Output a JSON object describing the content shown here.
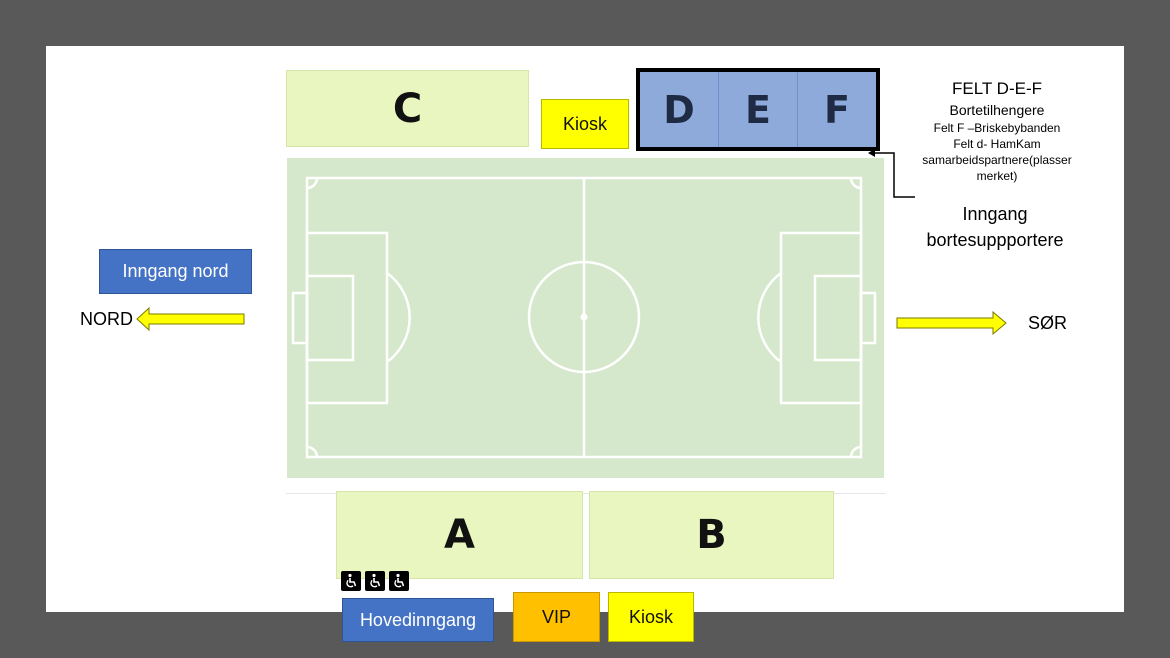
{
  "sections": {
    "a": "A",
    "b": "B",
    "c": "C",
    "d": "D",
    "e": "E",
    "f": "F"
  },
  "kiosk_top": "Kiosk",
  "kiosk_bottom": "Kiosk",
  "vip": "VIP",
  "main_entrance": "Hovedinngang",
  "north_entrance": "Inngang nord",
  "north": "NORD",
  "south": "SØR",
  "away_info": {
    "title": "FELT D-E-F",
    "line1": "Bortetilhengere",
    "line2": "Felt F –Briskebybanden",
    "line3": "Felt d- HamKam",
    "line4": "samarbeidspartnere(plasser",
    "line5": "merket)"
  },
  "away_entrance": {
    "line1": "Inngang",
    "line2": "bortesuppportere"
  },
  "icons": {
    "accessibility": [
      "wheelchair-icon",
      "wheelchair-icon",
      "wheelchair-icon"
    ],
    "arrows": [
      "arrow-left-icon",
      "arrow-right-icon"
    ]
  },
  "colors": {
    "pitch": "#d5e8cc",
    "section": "#eaf6c0",
    "away_section": "#8eaadb",
    "kiosk": "#ffff00",
    "vip": "#ffc000",
    "entrance": "#4472c4",
    "arrow": "#ffff00"
  }
}
